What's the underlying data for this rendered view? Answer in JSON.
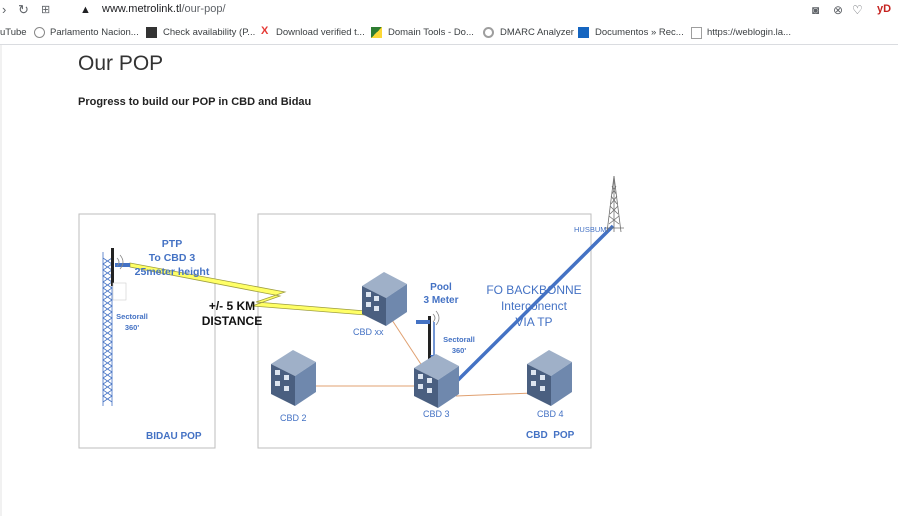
{
  "browser": {
    "url_host": "www.metrolink.tl",
    "url_path": "/our-pop/",
    "profile": "yD",
    "bookmarks": [
      {
        "label": "uTube"
      },
      {
        "label": "Parlamento Nacion..."
      },
      {
        "label": "Check availability (P..."
      },
      {
        "label": "Download verified t..."
      },
      {
        "label": "Domain Tools - Do..."
      },
      {
        "label": "DMARC Analyzer"
      },
      {
        "label": "Documentos » Rec..."
      },
      {
        "label": "https://weblogin.la..."
      }
    ]
  },
  "page": {
    "title": "Our POP",
    "subtitle": "Progress to build our POP in CBD and Bidau"
  },
  "diagram": {
    "ptp": [
      "PTP",
      "To CBD 3",
      "25meter height"
    ],
    "sectorall_left": [
      "Sectorall",
      "360'"
    ],
    "distance": [
      "+/- 5 KM",
      "DISTANCE"
    ],
    "pool": [
      "Pool",
      "3 Meter"
    ],
    "sectorall_right": [
      "Sectorall",
      "360'"
    ],
    "fo_backbone": [
      "FO BACKBONNE",
      "Interconenct",
      "VIA TP"
    ],
    "husbum": "HUSBUM",
    "cbd_xx": "CBD xx",
    "cbd_2": "CBD 2",
    "cbd_3": "CBD 3",
    "cbd_4": "CBD 4",
    "bidau_pop": "BIDAU POP",
    "cbd_pop": "CBD  POP",
    "colors": {
      "label_blue": "#4472c4",
      "fiber": "#4472c4",
      "link": "#e0a070",
      "ptp_beam": "#ffff66"
    }
  }
}
